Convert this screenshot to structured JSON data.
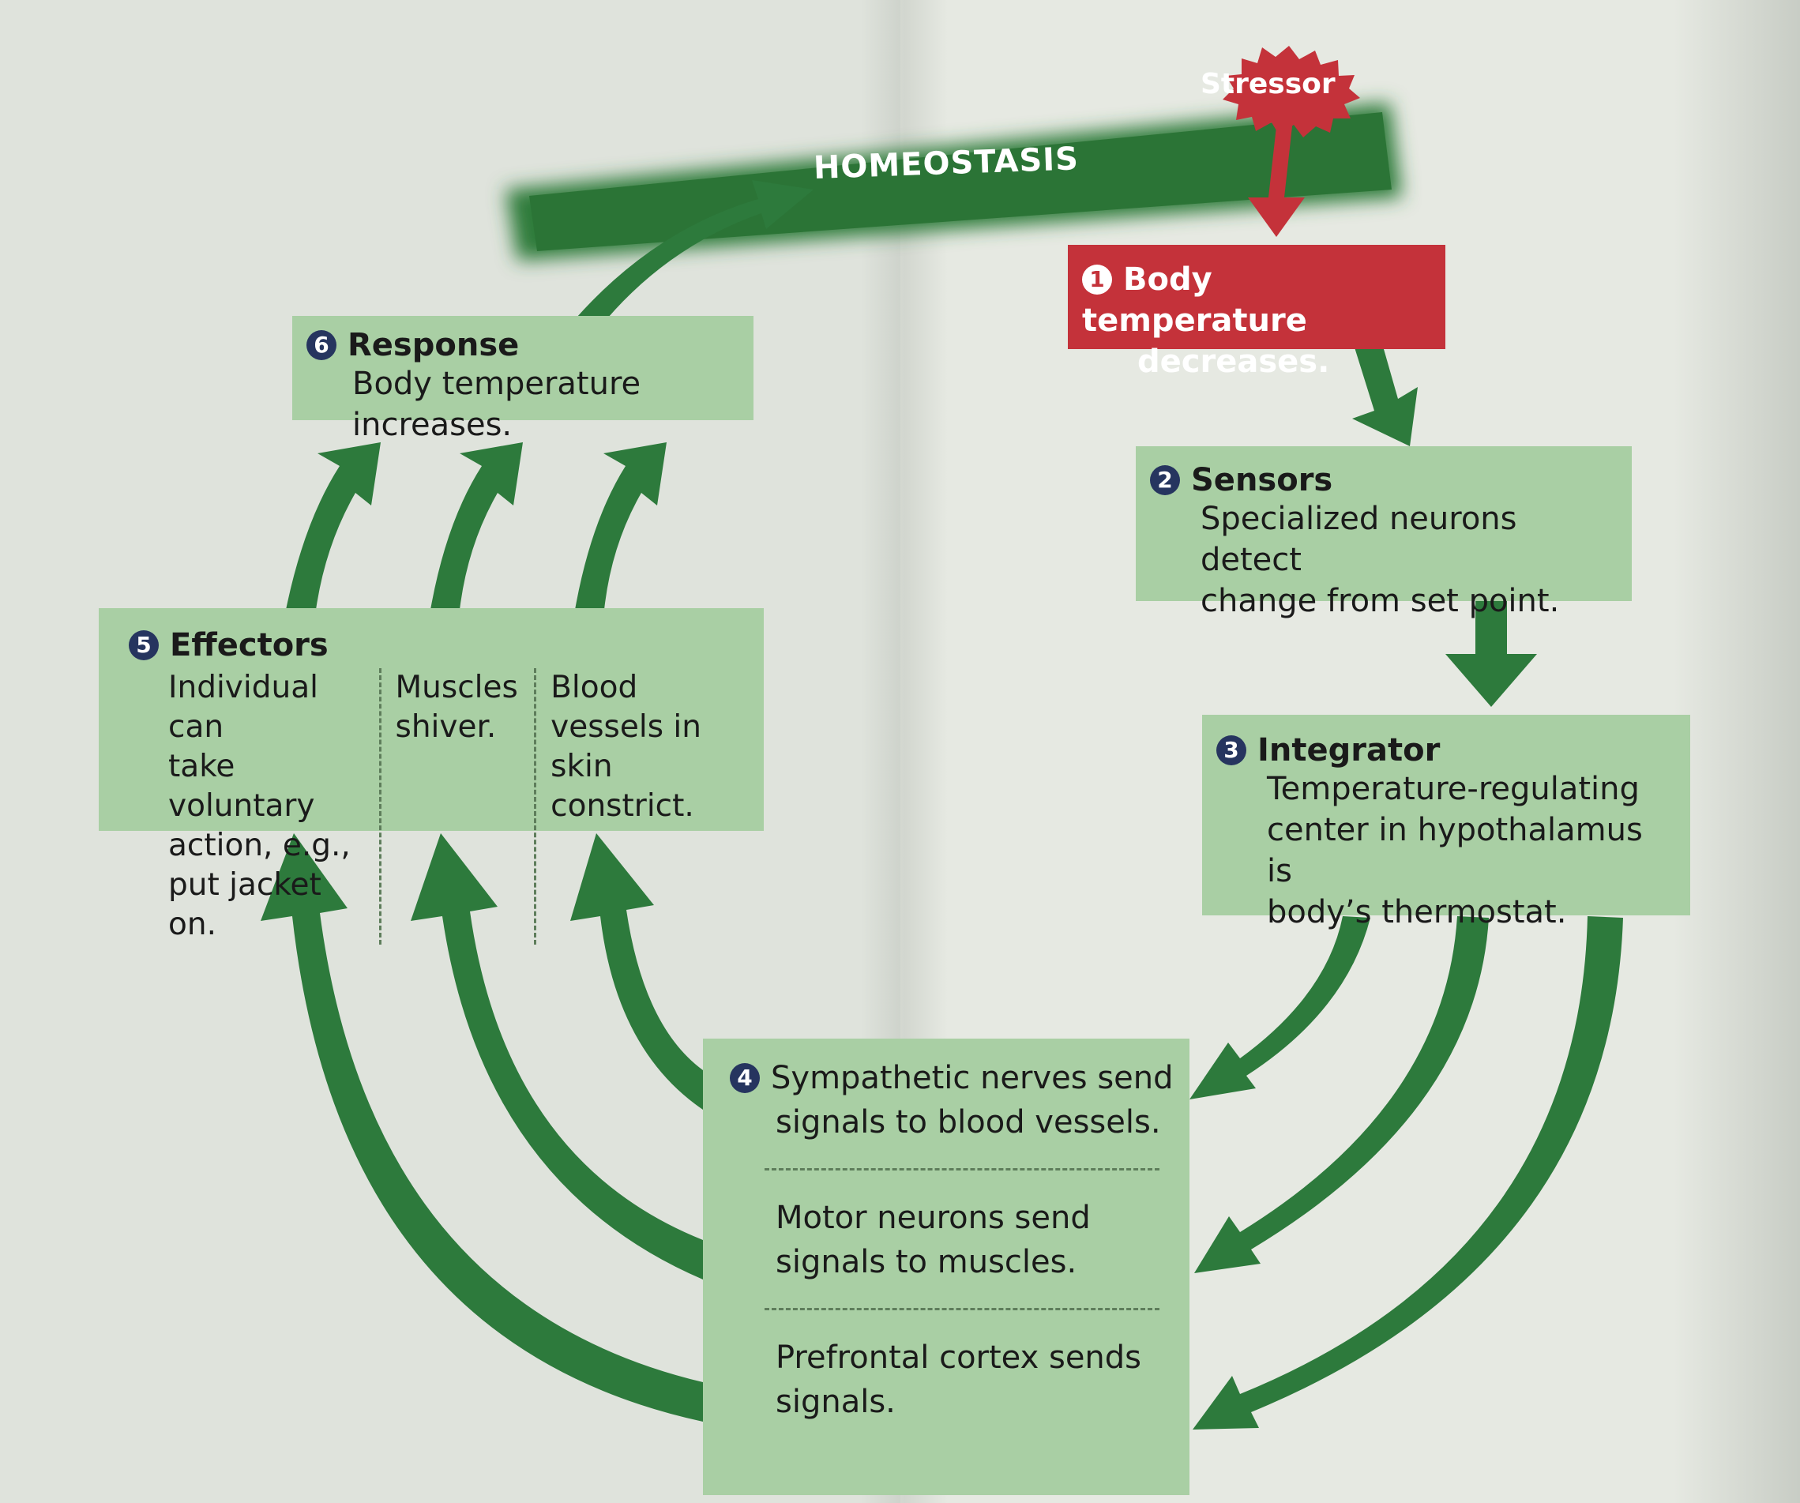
{
  "diagram": {
    "banner": "HOMEOSTASIS",
    "stressor": "Stressor",
    "step1": {
      "number": "1",
      "line1": "Body temperature",
      "line2": "decreases."
    },
    "step2": {
      "number": "2",
      "title": "Sensors",
      "line1": "Specialized neurons detect",
      "line2": "change from set point."
    },
    "step3": {
      "number": "3",
      "title": "Integrator",
      "line1": "Temperature-regulating",
      "line2": "center in hypothalamus is",
      "line3": "body’s thermostat."
    },
    "step4": {
      "number": "4",
      "item1": {
        "line1": "Sympathetic nerves send",
        "line2": "signals to blood vessels."
      },
      "item2": {
        "line1": "Motor neurons send",
        "line2": "signals to muscles."
      },
      "item3": {
        "line1": "Prefrontal cortex sends",
        "line2": "signals."
      }
    },
    "step5": {
      "number": "5",
      "title": "Effectors",
      "col1": {
        "line1": "Individual can",
        "line2": "take voluntary",
        "line3": "action, e.g.,",
        "line4": "put jacket on."
      },
      "col2": {
        "line1": "Muscles",
        "line2": "shiver."
      },
      "col3": {
        "line1": "Blood",
        "line2": "vessels in",
        "line3": "skin constrict."
      }
    },
    "step6": {
      "number": "6",
      "title": "Response",
      "line1": "Body temperature increases."
    }
  },
  "colors": {
    "green_arrow": "#2d7a3c",
    "box_green": "#a9cfa4",
    "red": "#c4323a",
    "navy_badge": "#26355f",
    "banner_green": "#2f7c3a"
  }
}
